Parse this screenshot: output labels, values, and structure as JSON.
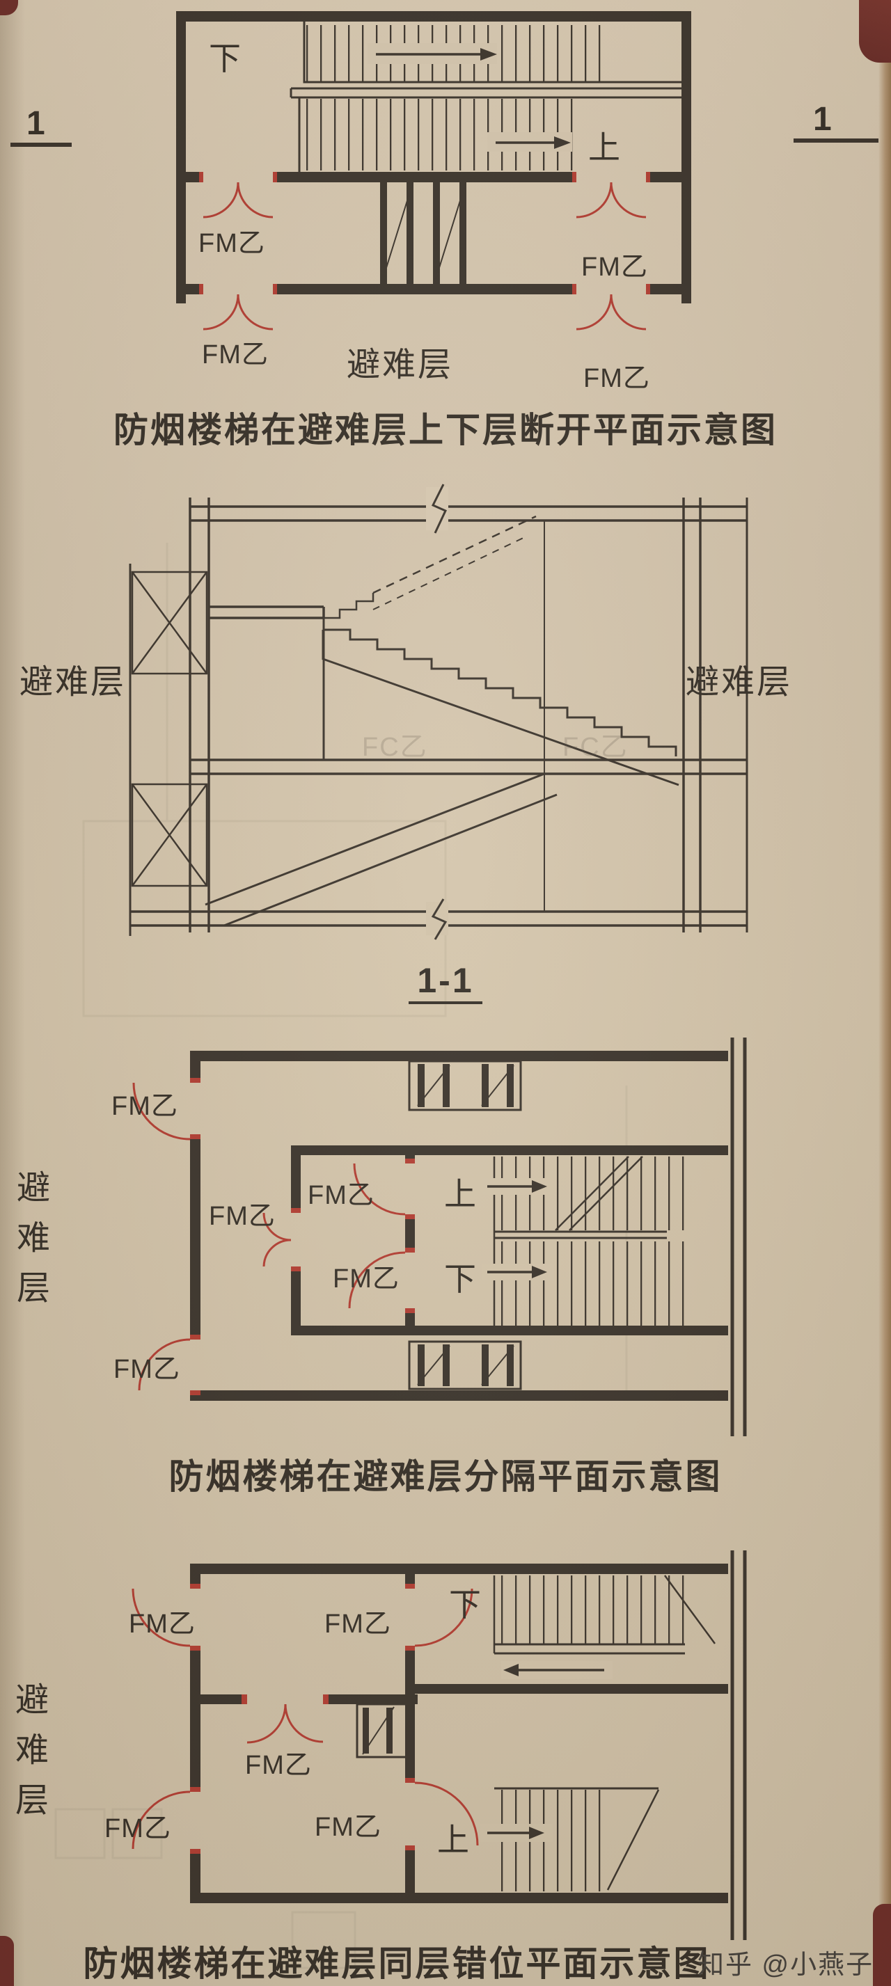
{
  "page": {
    "watermark": "知乎 @小燕子"
  },
  "figure1": {
    "section_marker_left": "1",
    "section_marker_right": "1",
    "stair_label_down": "下",
    "stair_label_up": "上",
    "door_top_left": "FM乙",
    "door_bottom_left": "FM乙",
    "door_top_right": "FM乙",
    "door_bottom_right": "FM乙",
    "room_label": "避难层",
    "caption": "防烟楼梯在避难层上下层断开平面示意图"
  },
  "figure2": {
    "label_left": "避难层",
    "label_right": "避难层",
    "ghost_label_1": "FC乙",
    "ghost_label_2": "FC乙",
    "caption": "1-1"
  },
  "figure3": {
    "door_top_left": "FM乙",
    "door_vestibule": "FM乙",
    "door_stair_upper": "FM乙",
    "door_stair_lower": "FM乙",
    "door_bottom_left": "FM乙",
    "refuge_label": "避难层",
    "stair_label_up": "上",
    "stair_label_down": "下",
    "caption": "防烟楼梯在避难层分隔平面示意图"
  },
  "figure4": {
    "door_top_left": "FM乙",
    "door_top_mid": "FM乙",
    "stair_label_down": "下",
    "door_mid": "FM乙",
    "refuge_label": "避难层",
    "door_bottom_left": "FM乙",
    "door_bottom_mid": "FM乙",
    "stair_label_up": "上",
    "caption": "防烟楼梯在避难层同层错位平面示意图"
  }
}
